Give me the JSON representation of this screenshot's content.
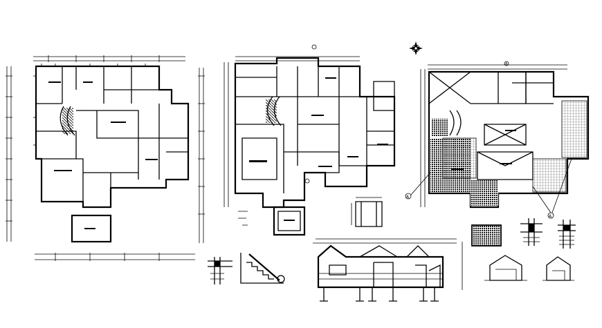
{
  "drawing": {
    "background": "#ffffff",
    "ink": "#000000",
    "hatch_dark": "#1a1a1a",
    "hatch_grid": "#555555"
  },
  "icons": {
    "north_arrow": "compass-rose-icon"
  },
  "callouts": {
    "marker_a": "A",
    "marker_b": "A",
    "marker_c": "A"
  }
}
